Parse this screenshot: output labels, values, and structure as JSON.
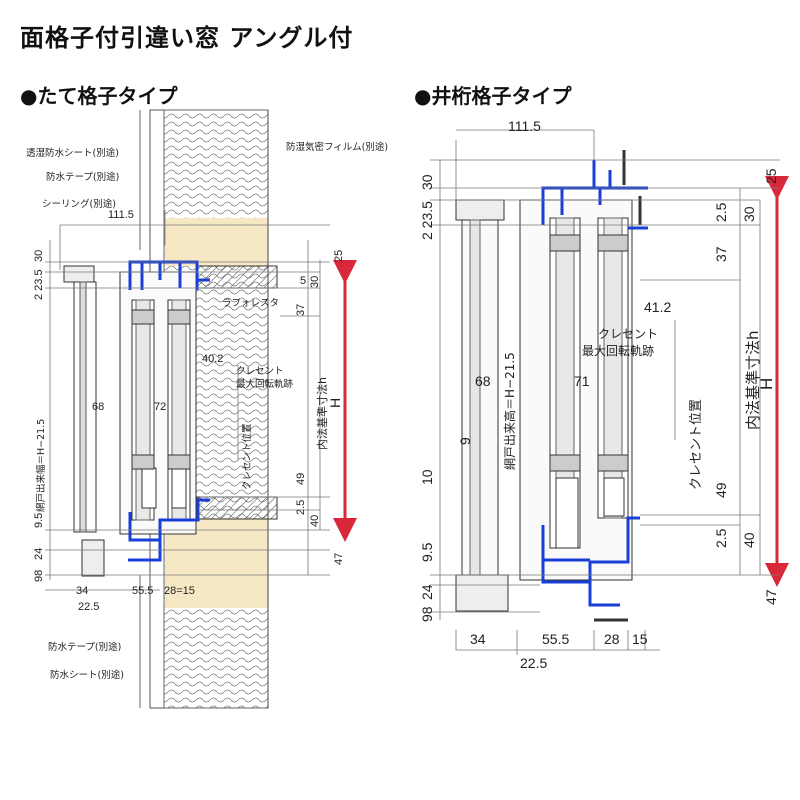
{
  "title": "面格子付引違い窓 アングル付",
  "left": {
    "heading": "●たて格子タイプ",
    "labels": {
      "vapor_sheet": "透湿防水シート(別途)",
      "waterproof_tape_top": "防水テープ(別途)",
      "sealing": "シーリング(別途)",
      "airtight_film": "防湿気密フィルム(別途)",
      "lafolesta": "ラフォレスタ",
      "crescent_orbit": "クレセント\n最大回転軌跡",
      "crescent_pos": "クレセント位置",
      "screen_height": "網戸出来幅＝H−21.5",
      "inner_h": "内法基準寸法h",
      "H": "H",
      "waterproof_tape_bottom": "防水テープ(別途)",
      "waterproof_sheet": "防水シート(別途)"
    },
    "dims": {
      "w111_5": "111.5",
      "d30": "30",
      "d2_235": "2 23.5",
      "d25": "25",
      "d30r": "30",
      "d37": "37",
      "d40_2": "40.2",
      "d68": "68",
      "d72": "72",
      "d49": "49",
      "d2_5": "2.5",
      "d40": "40",
      "d47": "47",
      "d9_5": "9.5",
      "d24": "24",
      "d98": "98",
      "d34": "34",
      "d55_5": "55.5",
      "d28_15": "28=15",
      "d22_5": "22.5",
      "d5": "5"
    }
  },
  "right": {
    "heading": "●井桁格子タイプ",
    "labels": {
      "crescent_orbit": "クレセント\n最大回転軌跡",
      "crescent_pos": "クレセント位置",
      "screen_height": "網戸出来高＝H−21.5",
      "inner_h": "内法基準寸法h",
      "H": "H"
    },
    "dims": {
      "w111_5": "111.5",
      "d30": "30",
      "d2_235": "2 23.5",
      "d25": "25",
      "d2_5": "2.5",
      "d30r": "30",
      "d37": "37",
      "d41_2": "41.2",
      "d68": "68",
      "d71": "71",
      "d9": "9",
      "d10": "10",
      "d49": "49",
      "d2_5b": "2.5",
      "d40": "40",
      "d47": "47",
      "d9_5": "9.5",
      "d24": "24",
      "d98": "98",
      "d34": "34",
      "d55_5": "55.5",
      "d28": "28",
      "d15": "15",
      "d22_5": "22.5"
    }
  },
  "colors": {
    "frame": "#1a3fd6",
    "arrow": "#d9283a",
    "wood": "#f6e8c4"
  }
}
